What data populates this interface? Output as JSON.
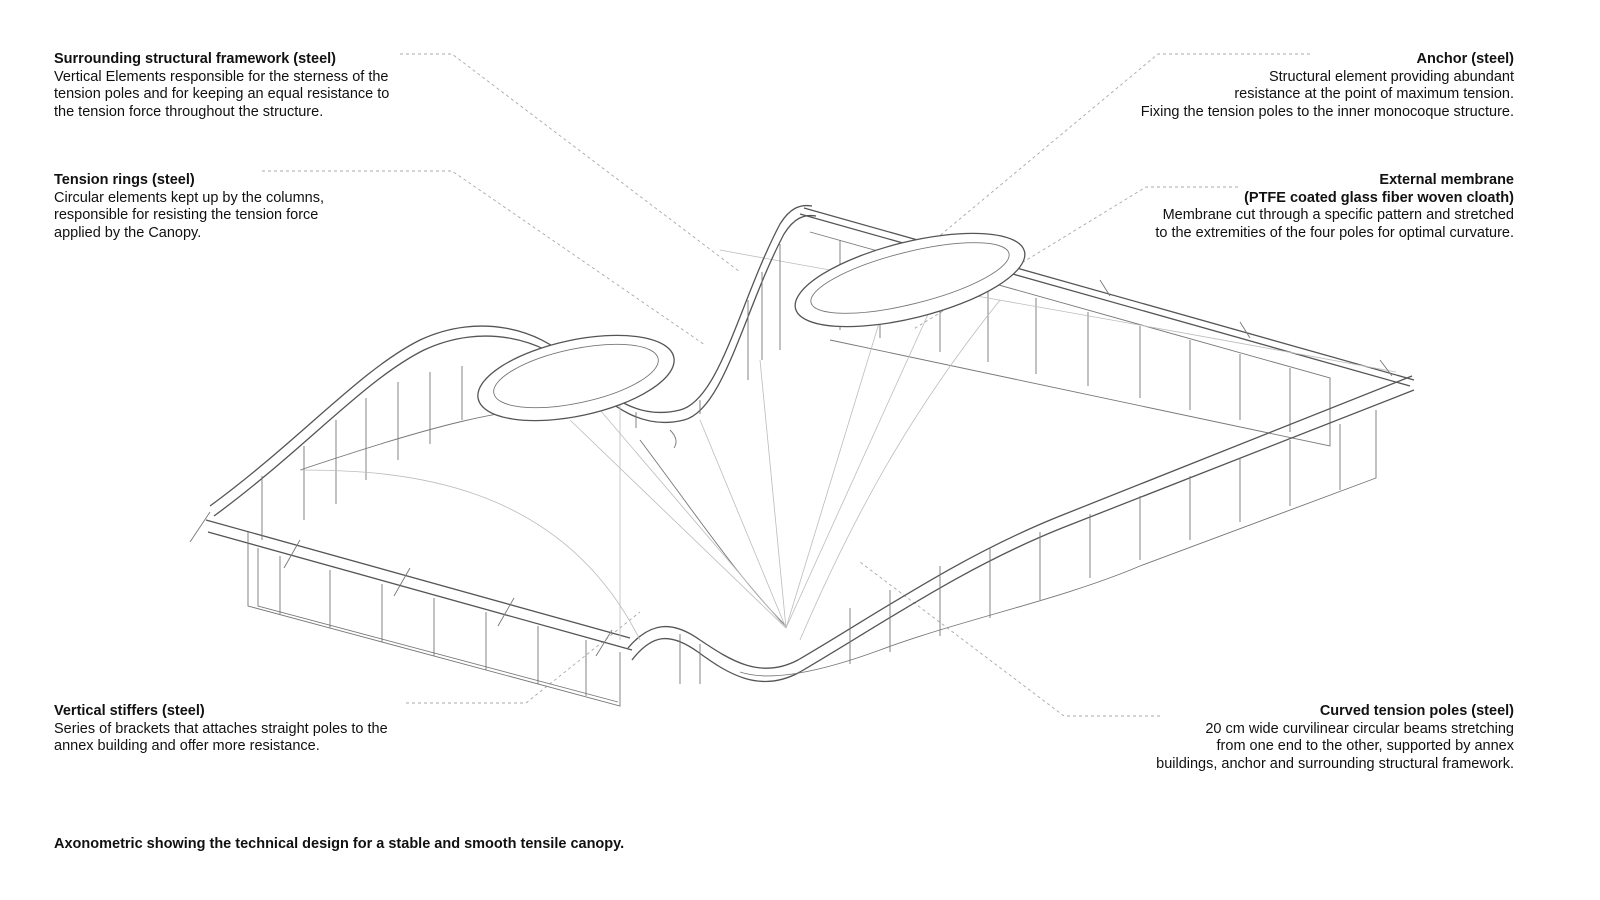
{
  "annotations": {
    "framework": {
      "title": "Surrounding structural framework (steel)",
      "lines": [
        "Vertical Elements responsible for the sterness of the",
        "tension poles and for keeping an equal resistance to",
        "the tension force throughout the structure."
      ]
    },
    "rings": {
      "title": "Tension rings (steel)",
      "lines": [
        "Circular elements kept up by the columns,",
        "responsible for resisting the tension force",
        "applied by the Canopy."
      ]
    },
    "stiffers": {
      "title": "Vertical stiffers (steel)",
      "lines": [
        "Series of brackets that attaches straight poles to the",
        "annex building and offer more resistance."
      ]
    },
    "anchor": {
      "title": "Anchor (steel)",
      "lines": [
        "Structural element providing abundant",
        "resistance at the point of maximum tension.",
        "Fixing the tension poles to the inner monocoque structure."
      ]
    },
    "membrane": {
      "title": "External membrane",
      "lines": [
        "(PTFE coated glass fiber woven cloath)",
        "Membrane cut through a specific pattern and stretched",
        "to the extremities of the four poles for optimal curvature."
      ]
    },
    "poles": {
      "title": "Curved tension poles (steel)",
      "lines": [
        "20 cm wide curvilinear circular beams stretching",
        "from one end to the other, supported by annex",
        "buildings, anchor and surrounding structural framework."
      ]
    }
  },
  "caption": "Axonometric showing the technical design for a stable and smooth tensile canopy."
}
